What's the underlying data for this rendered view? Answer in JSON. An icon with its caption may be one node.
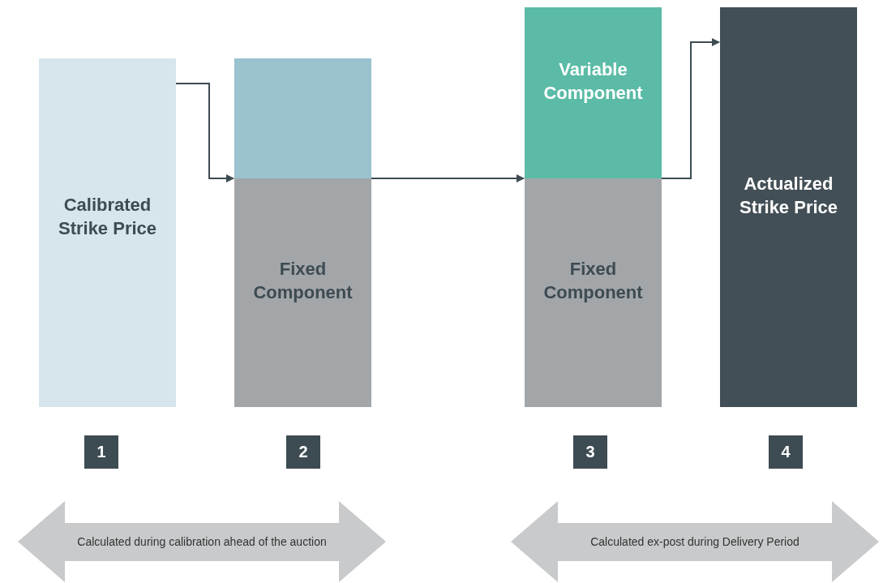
{
  "diagram": {
    "nodes": [
      {
        "text": [
          "Calibrated Strike Price"
        ]
      },
      {
        "text": [],
        "shape": "box"
      },
      {
        "text": [
          "Fixed Component"
        ]
      },
      {
        "text": [
          "Variable Component"
        ]
      },
      {
        "text": [
          "Fixed Component"
        ]
      },
      {
        "text": [
          "Actualized Strike Price"
        ]
      },
      {
        "text": [
          "1"
        ]
      },
      {
        "text": [
          "2"
        ]
      },
      {
        "text": [
          "3"
        ]
      },
      {
        "text": [
          "4"
        ]
      },
      {
        "text": [
          "Calculated during calibration ahead of the auction"
        ]
      },
      {
        "text": [
          "Calculated ex-post during Delivery Period"
        ]
      }
    ],
    "edges": [
      {
        "from": 0,
        "to": 1,
        "arrow": "to"
      },
      {
        "from": 2,
        "to": 4,
        "arrow": "to"
      },
      {
        "from": 3,
        "to": 5,
        "arrow": "to"
      }
    ]
  }
}
